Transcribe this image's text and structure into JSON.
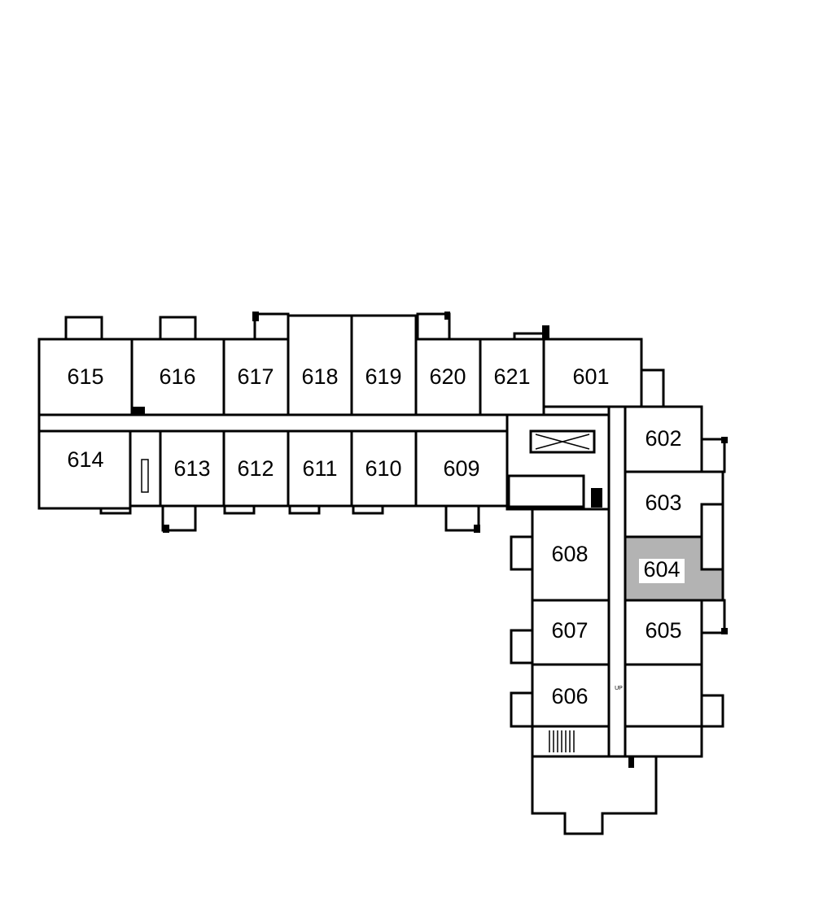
{
  "floor_plan": {
    "highlight_color": "#b3b3b3",
    "highlighted_room": "604",
    "stair_note": "UP",
    "rooms": {
      "r601": "601",
      "r602": "602",
      "r603": "603",
      "r604": "604",
      "r605": "605",
      "r606": "606",
      "r607": "607",
      "r608": "608",
      "r609": "609",
      "r610": "610",
      "r611": "611",
      "r612": "612",
      "r613": "613",
      "r614": "614",
      "r615": "615",
      "r616": "616",
      "r617": "617",
      "r618": "618",
      "r619": "619",
      "r620": "620",
      "r621": "621"
    }
  }
}
